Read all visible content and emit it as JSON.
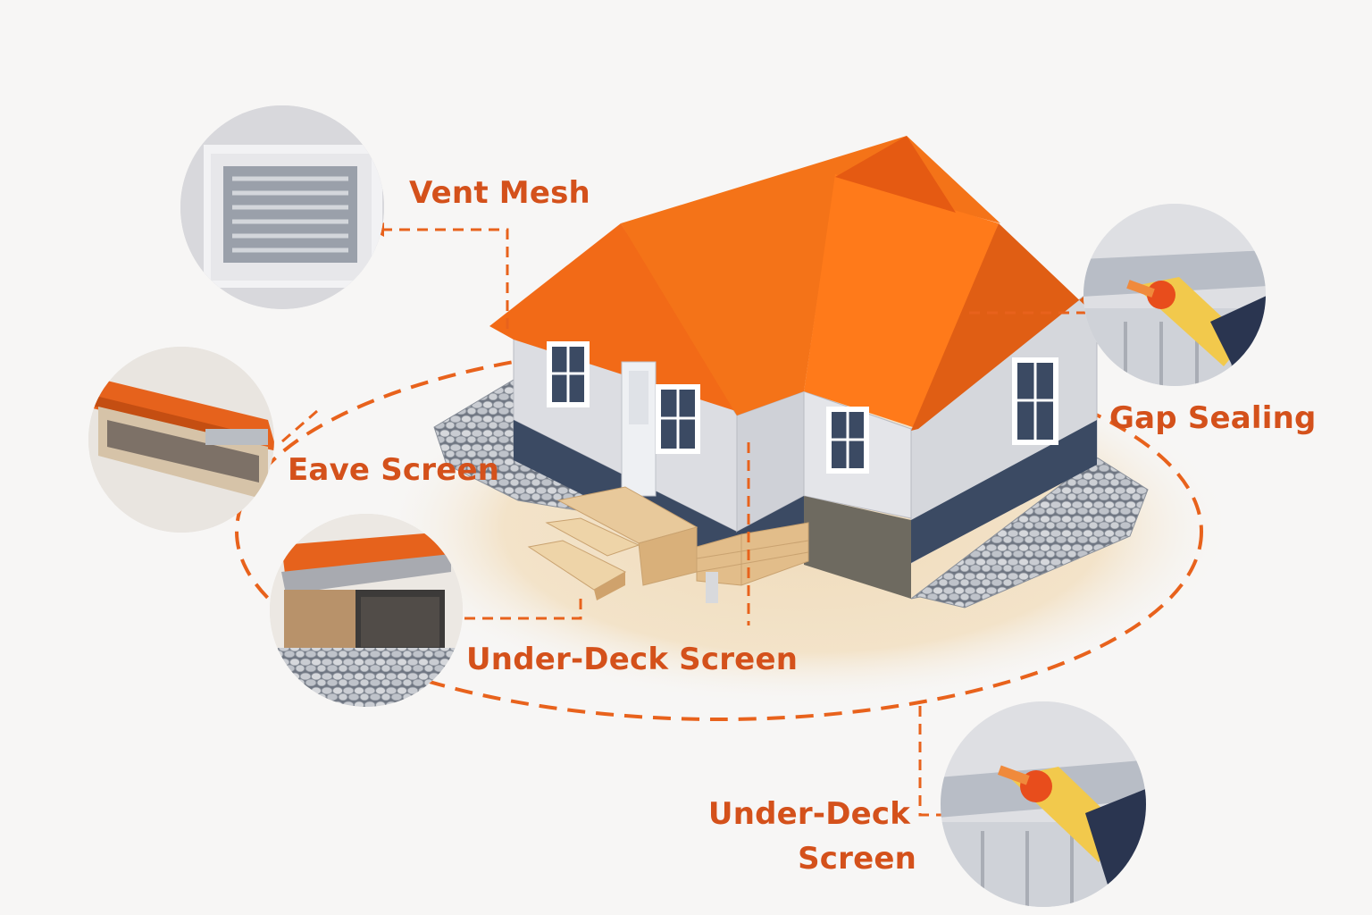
{
  "colors": {
    "accent": "#e8621c",
    "label": "#d4511b",
    "roof": "#f26a17",
    "wall": "#dcdde2",
    "foundation": "#3b4a63",
    "background": "#f7f6f5"
  },
  "callouts": [
    {
      "id": "vent",
      "label": "Vent Mesh",
      "icon": "vent-mesh-icon"
    },
    {
      "id": "eave",
      "label": "Eave Screen",
      "icon": "eave-screen-icon"
    },
    {
      "id": "gap",
      "label": "Gap Sealing",
      "icon": "gap-sealing-icon"
    },
    {
      "id": "deck1",
      "label": "Under-Deck Screen",
      "icon": "under-deck-screen-icon"
    },
    {
      "id": "deck2",
      "label_line1": "Under-Deck",
      "label_line2": "Screen",
      "icon": "sealant-gun-icon"
    }
  ]
}
